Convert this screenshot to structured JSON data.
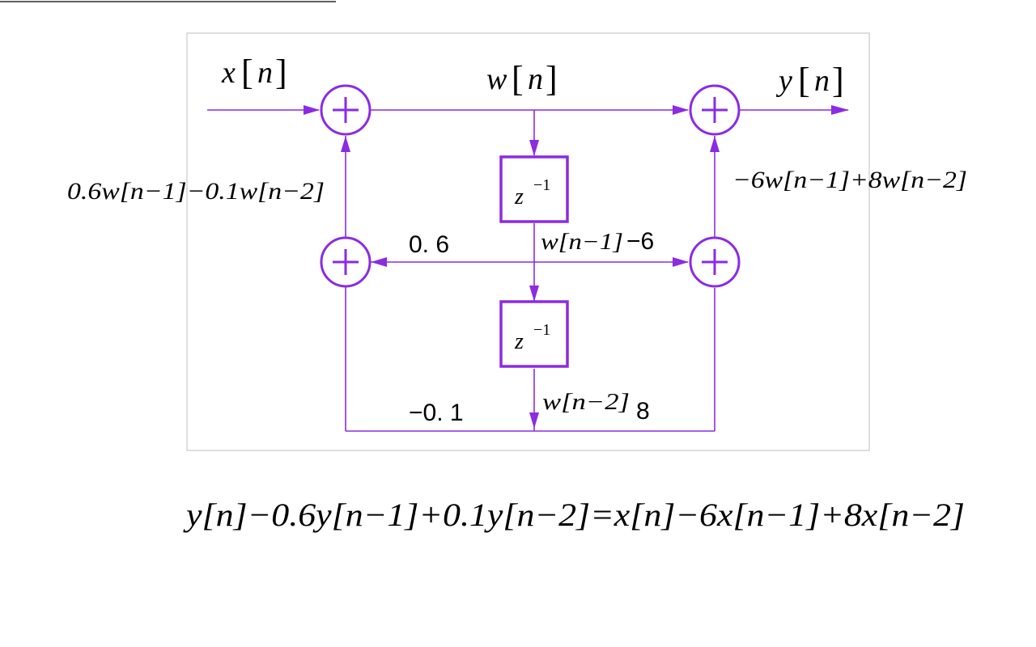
{
  "labels": {
    "input_var": "x",
    "input_idx": "n",
    "state_var": "w",
    "state_idx": "n",
    "output_var": "y",
    "output_idx": "n",
    "left_feedback_expr": "0.6w[n−1]−0.1w[n−2]",
    "right_feedforward_expr": "−6w[n−1]+8w[n−2]",
    "coef_a1": "0. 6",
    "coef_a2": "−0. 1",
    "coef_b1": "−6",
    "coef_b2": "8",
    "delay1_base": "z",
    "delay1_exp": "−1",
    "delay2_base": "z",
    "delay2_exp": "−1",
    "tap1_label": "w[n−1]",
    "tap2_label": "w[n−2]"
  },
  "equation": {
    "text": "y[n]−0.6y[n−1]+0.1y[n−2]=x[n]−6x[n−1]+8x[n−2]"
  },
  "colors": {
    "line": "#8b2be2",
    "frame": "#c8c8c8",
    "text": "#000000"
  }
}
